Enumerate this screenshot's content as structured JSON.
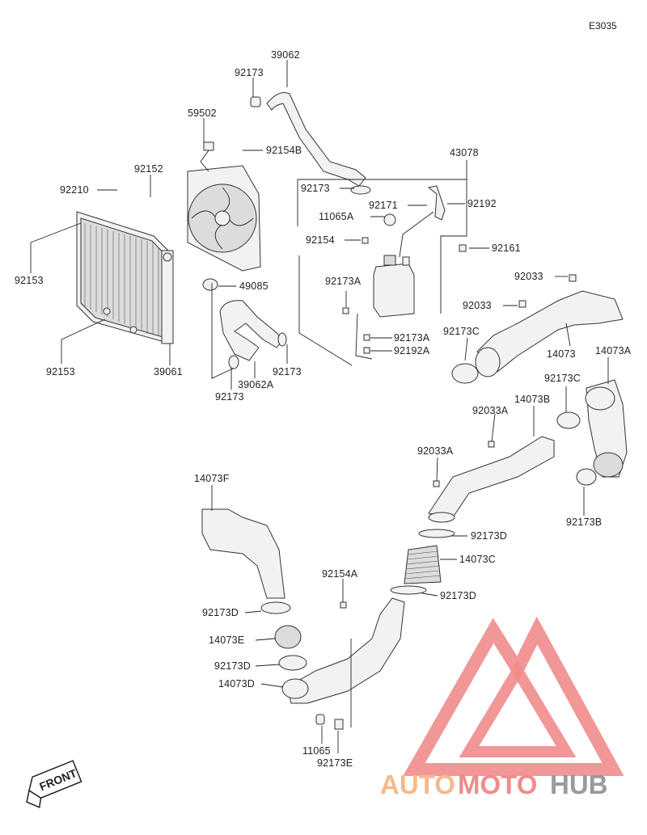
{
  "diagram_code": "E3035",
  "callouts": [
    {
      "id": "39062",
      "label": "39062"
    },
    {
      "id": "92173_top",
      "label": "92173"
    },
    {
      "id": "59502",
      "label": "59502"
    },
    {
      "id": "92154B",
      "label": "92154B"
    },
    {
      "id": "92152",
      "label": "92152"
    },
    {
      "id": "92210",
      "label": "92210"
    },
    {
      "id": "92153_left",
      "label": "92153"
    },
    {
      "id": "92173_mid",
      "label": "92173"
    },
    {
      "id": "43078",
      "label": "43078"
    },
    {
      "id": "92171",
      "label": "92171"
    },
    {
      "id": "92192",
      "label": "92192"
    },
    {
      "id": "11065A",
      "label": "11065A"
    },
    {
      "id": "92154",
      "label": "92154"
    },
    {
      "id": "92161",
      "label": "92161"
    },
    {
      "id": "92173A_left",
      "label": "92173A"
    },
    {
      "id": "49085",
      "label": "49085"
    },
    {
      "id": "92033_right",
      "label": "92033"
    },
    {
      "id": "92033_mid",
      "label": "92033"
    },
    {
      "id": "92173A_right",
      "label": "92173A"
    },
    {
      "id": "92192A",
      "label": "92192A"
    },
    {
      "id": "92173C_a",
      "label": "92173C"
    },
    {
      "id": "14073",
      "label": "14073"
    },
    {
      "id": "14073A",
      "label": "14073A"
    },
    {
      "id": "92153_bottom",
      "label": "92153"
    },
    {
      "id": "39061",
      "label": "39061"
    },
    {
      "id": "39062A",
      "label": "39062A"
    },
    {
      "id": "92173_right",
      "label": "92173"
    },
    {
      "id": "92173_bottom",
      "label": "92173"
    },
    {
      "id": "92173C_b",
      "label": "92173C"
    },
    {
      "id": "14073B",
      "label": "14073B"
    },
    {
      "id": "92033A_a",
      "label": "92033A"
    },
    {
      "id": "92033A_b",
      "label": "92033A"
    },
    {
      "id": "92173B",
      "label": "92173B"
    },
    {
      "id": "14073F",
      "label": "14073F"
    },
    {
      "id": "92173D_a",
      "label": "92173D"
    },
    {
      "id": "14073C",
      "label": "14073C"
    },
    {
      "id": "92154A",
      "label": "92154A"
    },
    {
      "id": "92173D_b",
      "label": "92173D"
    },
    {
      "id": "92173D_c",
      "label": "92173D"
    },
    {
      "id": "14073E",
      "label": "14073E"
    },
    {
      "id": "92173D_d",
      "label": "92173D"
    },
    {
      "id": "14073D",
      "label": "14073D"
    },
    {
      "id": "11065",
      "label": "11065"
    },
    {
      "id": "92173E",
      "label": "92173E"
    }
  ],
  "front_badge": "FRONT",
  "watermark": {
    "part1": "AUTO",
    "part2": "MOTO",
    "part3": "HUB"
  },
  "colors": {
    "watermark_red": "#ef8c8c",
    "watermark_orange": "#f7b98a",
    "watermark_grey": "#9a9a9a",
    "line": "#222222"
  }
}
